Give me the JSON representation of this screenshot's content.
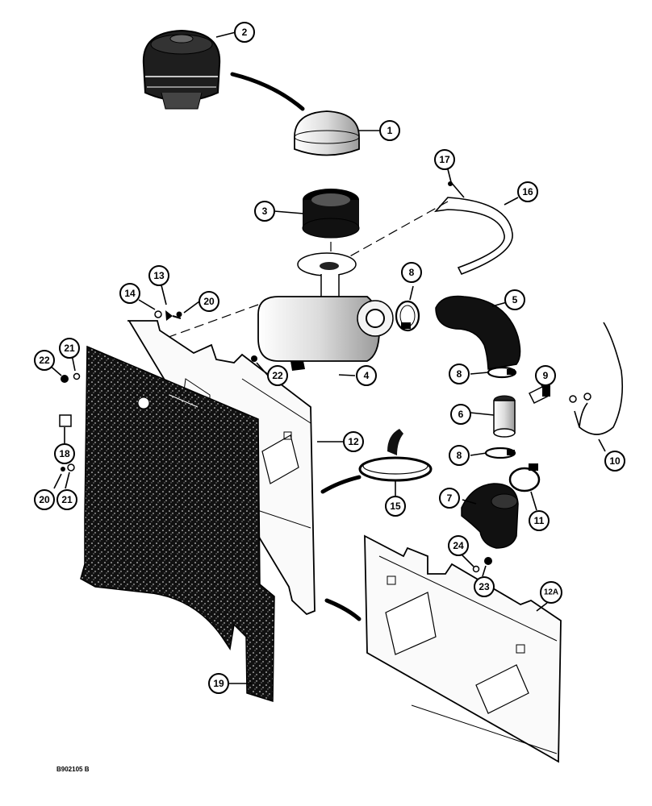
{
  "figure_code": "B902105 B",
  "callouts": [
    {
      "id": "c1",
      "label": "1"
    },
    {
      "id": "c2",
      "label": "2"
    },
    {
      "id": "c3",
      "label": "3"
    },
    {
      "id": "c4",
      "label": "4"
    },
    {
      "id": "c5",
      "label": "5"
    },
    {
      "id": "c6",
      "label": "6"
    },
    {
      "id": "c7",
      "label": "7"
    },
    {
      "id": "c8a",
      "label": "8"
    },
    {
      "id": "c8b",
      "label": "8"
    },
    {
      "id": "c8c",
      "label": "8"
    },
    {
      "id": "c9",
      "label": "9"
    },
    {
      "id": "c10",
      "label": "10"
    },
    {
      "id": "c11",
      "label": "11"
    },
    {
      "id": "c12",
      "label": "12"
    },
    {
      "id": "c12a",
      "label": "12A"
    },
    {
      "id": "c13",
      "label": "13"
    },
    {
      "id": "c14",
      "label": "14"
    },
    {
      "id": "c15",
      "label": "15"
    },
    {
      "id": "c16",
      "label": "16"
    },
    {
      "id": "c17",
      "label": "17"
    },
    {
      "id": "c18",
      "label": "18"
    },
    {
      "id": "c19",
      "label": "19"
    },
    {
      "id": "c20a",
      "label": "20"
    },
    {
      "id": "c20b",
      "label": "20"
    },
    {
      "id": "c21a",
      "label": "21"
    },
    {
      "id": "c21b",
      "label": "21"
    },
    {
      "id": "c22a",
      "label": "22"
    },
    {
      "id": "c22b",
      "label": "22"
    },
    {
      "id": "c23",
      "label": "23"
    },
    {
      "id": "c24",
      "label": "24"
    }
  ]
}
